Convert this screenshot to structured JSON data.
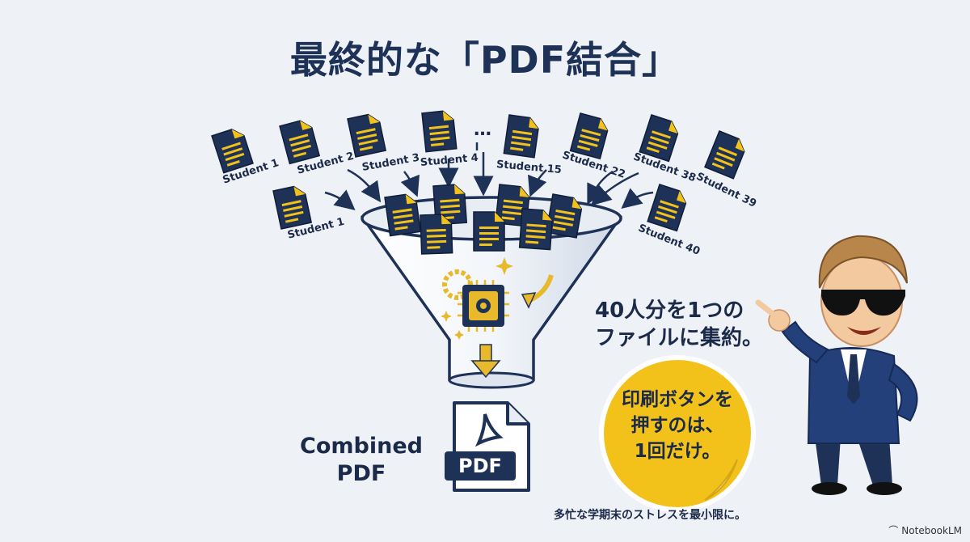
{
  "title": "最終的な「PDF結合」",
  "documents": {
    "ellipsis": "…",
    "labels": [
      "Student 1",
      "Student 2",
      "Student 3",
      "Student 4",
      "Student 15",
      "Student 22",
      "Student 38",
      "Student 39",
      "Student 1",
      "Student 40"
    ]
  },
  "output": {
    "caption": "Combined PDF",
    "caption_line1": "Combined",
    "caption_line2": "PDF",
    "file_badge": "PDF"
  },
  "message": {
    "line1": "40人分を1つの",
    "line2": "ファイルに集約。"
  },
  "sticker": {
    "line1": "印刷ボタンを",
    "line2": "押すのは、",
    "line3": "1回だけ。",
    "color": "#f2c21b"
  },
  "footer": {
    "note": "多忙な学期末のストレスを最小限に。",
    "brand": "NotebookLM"
  },
  "colors": {
    "navy": "#1e3157",
    "gold": "#e8b92a",
    "background": "#eef1f5"
  }
}
